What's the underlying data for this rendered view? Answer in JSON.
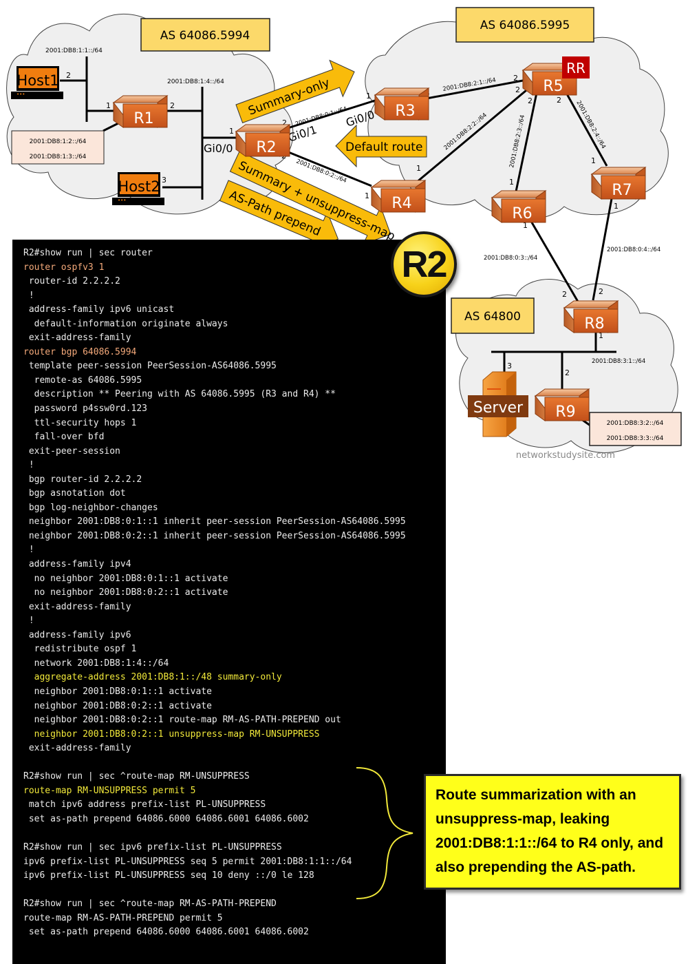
{
  "diagram": {
    "as_boxes": {
      "left": "AS 64086.5994",
      "right": "AS 64086.5995",
      "bottom": "AS 64800"
    },
    "hosts": [
      {
        "id": "host1",
        "label": "Host1"
      },
      {
        "id": "host2",
        "label": "Host2"
      }
    ],
    "server": {
      "label": "Server"
    },
    "routers": [
      {
        "id": "r1",
        "label": "R1"
      },
      {
        "id": "r2",
        "label": "R2"
      },
      {
        "id": "r3",
        "label": "R3"
      },
      {
        "id": "r4",
        "label": "R4"
      },
      {
        "id": "r5",
        "label": "R5"
      },
      {
        "id": "r6",
        "label": "R6"
      },
      {
        "id": "r7",
        "label": "R7"
      },
      {
        "id": "r8",
        "label": "R8"
      },
      {
        "id": "r9",
        "label": "R9"
      }
    ],
    "rr_badge": "RR",
    "subnets": {
      "s_1_1": "2001:DB8:1:1::/64",
      "s_1_4": "2001:DB8:1:4::/64",
      "s_1_2": "2001:DB8:1:2::/64",
      "s_1_3": "2001:DB8:1:3::/64",
      "s_0_1": "2001:DB8:0:1::/64",
      "s_0_2": "2001:DB8:0:2::/64",
      "s_2_1": "2001:DB8:2:1::/64",
      "s_2_2": "2001:DB8:2:2::/64",
      "s_2_3": "2001:DB8:2:3::/64",
      "s_2_4": "2001:DB8:2:4::/64",
      "s_0_3": "2001:DB8:0:3::/64",
      "s_0_4": "2001:DB8:0:4::/64",
      "s_3_1": "2001:DB8:3:1::/64",
      "s_3_2": "2001:DB8:3:2::/64",
      "s_3_3": "2001:DB8:3:3::/64"
    },
    "interfaces": {
      "r2_gi00": "Gi0/0",
      "r2_gi01": "Gi0/1",
      "r3_gi00": "Gi0/0"
    },
    "ports": {
      "host1": "2",
      "r1_lan": "1",
      "r1_wan": "2",
      "host2": "3",
      "r2_lan": "1",
      "r2_r3": "2",
      "r2_r4": "2",
      "r3_r2": "1",
      "r3_r5": "1",
      "r4_r2": "1",
      "r4_r5": "1",
      "r5_r3": "2",
      "r5_r4": "2",
      "r5_r6": "2",
      "r5_r7": "2",
      "r6_r5": "1",
      "r7_r5": "1",
      "r6_r8": "1",
      "r7_r8": "1",
      "r8_r6": "2",
      "r8_r7": "2",
      "r8_lan": "1",
      "server": "3",
      "r9": "2"
    },
    "arrows": {
      "summary_only": "Summary-only",
      "default_route": "Default route",
      "summary_unsuppress": "Summary + unsuppress-map",
      "as_path_prepend": "AS-Path prepend"
    },
    "watermark": "networkstudysite.com"
  },
  "badge": "R2",
  "terminal": {
    "lines": [
      {
        "text": "R2#show run | sec router",
        "hl": ""
      },
      {
        "text": "router ospfv3 1",
        "hl": "orange"
      },
      {
        "text": " router-id 2.2.2.2",
        "hl": ""
      },
      {
        "text": " !",
        "hl": ""
      },
      {
        "text": " address-family ipv6 unicast",
        "hl": ""
      },
      {
        "text": "  default-information originate always",
        "hl": ""
      },
      {
        "text": " exit-address-family",
        "hl": ""
      },
      {
        "text": "router bgp 64086.5994",
        "hl": "orange"
      },
      {
        "text": " template peer-session PeerSession-AS64086.5995",
        "hl": ""
      },
      {
        "text": "  remote-as 64086.5995",
        "hl": ""
      },
      {
        "text": "  description ** Peering with AS 64086.5995 (R3 and R4) **",
        "hl": ""
      },
      {
        "text": "  password p4ssw0rd.123",
        "hl": ""
      },
      {
        "text": "  ttl-security hops 1",
        "hl": ""
      },
      {
        "text": "  fall-over bfd",
        "hl": ""
      },
      {
        "text": " exit-peer-session",
        "hl": ""
      },
      {
        "text": " !",
        "hl": ""
      },
      {
        "text": " bgp router-id 2.2.2.2",
        "hl": ""
      },
      {
        "text": " bgp asnotation dot",
        "hl": ""
      },
      {
        "text": " bgp log-neighbor-changes",
        "hl": ""
      },
      {
        "text": " neighbor 2001:DB8:0:1::1 inherit peer-session PeerSession-AS64086.5995",
        "hl": ""
      },
      {
        "text": " neighbor 2001:DB8:0:2::1 inherit peer-session PeerSession-AS64086.5995",
        "hl": ""
      },
      {
        "text": " !",
        "hl": ""
      },
      {
        "text": " address-family ipv4",
        "hl": ""
      },
      {
        "text": "  no neighbor 2001:DB8:0:1::1 activate",
        "hl": ""
      },
      {
        "text": "  no neighbor 2001:DB8:0:2::1 activate",
        "hl": ""
      },
      {
        "text": " exit-address-family",
        "hl": ""
      },
      {
        "text": " !",
        "hl": ""
      },
      {
        "text": " address-family ipv6",
        "hl": ""
      },
      {
        "text": "  redistribute ospf 1",
        "hl": ""
      },
      {
        "text": "  network 2001:DB8:1:4::/64",
        "hl": ""
      },
      {
        "text": "  aggregate-address 2001:DB8:1::/48 summary-only",
        "hl": "yellow"
      },
      {
        "text": "  neighbor 2001:DB8:0:1::1 activate",
        "hl": ""
      },
      {
        "text": "  neighbor 2001:DB8:0:2::1 activate",
        "hl": ""
      },
      {
        "text": "  neighbor 2001:DB8:0:2::1 route-map RM-AS-PATH-PREPEND out",
        "hl": ""
      },
      {
        "text": "  neighbor 2001:DB8:0:2::1 unsuppress-map RM-UNSUPPRESS",
        "hl": "yellow"
      },
      {
        "text": " exit-address-family",
        "hl": ""
      },
      {
        "text": "",
        "hl": ""
      },
      {
        "text": "R2#show run | sec ^route-map RM-UNSUPPRESS",
        "hl": ""
      },
      {
        "text": "route-map RM-UNSUPPRESS permit 5",
        "hl": "yellow"
      },
      {
        "text": " match ipv6 address prefix-list PL-UNSUPPRESS",
        "hl": ""
      },
      {
        "text": " set as-path prepend 64086.6000 64086.6001 64086.6002",
        "hl": ""
      },
      {
        "text": "",
        "hl": ""
      },
      {
        "text": "R2#show run | sec ipv6 prefix-list PL-UNSUPPRESS",
        "hl": ""
      },
      {
        "text": "ipv6 prefix-list PL-UNSUPPRESS seq 5 permit 2001:DB8:1:1::/64",
        "hl": ""
      },
      {
        "text": "ipv6 prefix-list PL-UNSUPPRESS seq 10 deny ::/0 le 128",
        "hl": ""
      },
      {
        "text": "",
        "hl": ""
      },
      {
        "text": "R2#show run | sec ^route-map RM-AS-PATH-PREPEND",
        "hl": ""
      },
      {
        "text": "route-map RM-AS-PATH-PREPEND permit 5",
        "hl": ""
      },
      {
        "text": " set as-path prepend 64086.6000 64086.6001 64086.6002",
        "hl": ""
      }
    ]
  },
  "note": {
    "lines": [
      "Route summarization with an",
      "unsuppress-map,  leaking",
      "2001:DB8:1:1::/64 to R4 only, and",
      "also prepending the AS-path."
    ]
  },
  "colors": {
    "as_box_fill": "#fcd96a",
    "router_orange": "#d8641e",
    "host_orange": "#f07d0f",
    "arrow_fill": "#f9bb0a",
    "rr_red": "#c00000",
    "subnet_box_fill": "#fbe6da",
    "cloud_fill": "#efefef",
    "terminal_bg": "#000000",
    "highlight_orange": "#f4a97a",
    "highlight_yellow": "#f2e93a",
    "note_fill": "#ffff1a"
  }
}
